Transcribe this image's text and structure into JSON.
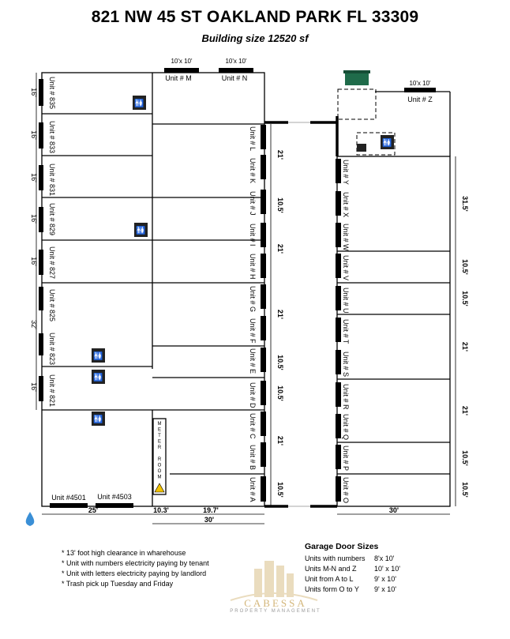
{
  "header": {
    "title": "821 NW 45 ST OAKLAND PARK FL 33309",
    "subtitle": "Building size 12520 sf"
  },
  "left_units": [
    {
      "label": "Unit # 835",
      "dim": "16'"
    },
    {
      "label": "Unit # 833",
      "dim": "16'"
    },
    {
      "label": "Unit # 831",
      "dim": "16'"
    },
    {
      "label": "Unit # 829",
      "dim": "16'"
    },
    {
      "label": "Unit # 827",
      "dim": "16'"
    },
    {
      "label": "Unit # 825",
      "dim": "32'"
    },
    {
      "label": "Unit # 823",
      "dim": ""
    },
    {
      "label": "Unit # 821",
      "dim": "16'"
    }
  ],
  "top_units": [
    {
      "label": "Unit # M",
      "door": "10'x 10'"
    },
    {
      "label": "Unit # N",
      "door": "10'x 10'"
    }
  ],
  "bottom_units": [
    {
      "label": "Unit #4501"
    },
    {
      "label": "Unit #4503"
    }
  ],
  "center_units": [
    {
      "label": "Unit # L"
    },
    {
      "label": "Unit # K"
    },
    {
      "label": "Unit # J"
    },
    {
      "label": "Unit # I"
    },
    {
      "label": "Unit # H"
    },
    {
      "label": "Unit # G"
    },
    {
      "label": "Unit # F"
    },
    {
      "label": "Unit # E"
    },
    {
      "label": "Unit # D"
    },
    {
      "label": "Unit # C"
    },
    {
      "label": "Unit # B"
    },
    {
      "label": "Unit # A"
    }
  ],
  "center_dims": [
    "21'",
    "10.5'",
    "21'",
    "21'",
    "10.5'",
    "10.5'",
    "21'",
    "10.5'"
  ],
  "right_units": [
    {
      "label": "Unit # Y"
    },
    {
      "label": "Unit # X"
    },
    {
      "label": "Unit # W"
    },
    {
      "label": "Unit # V"
    },
    {
      "label": "Unit # U"
    },
    {
      "label": "Unit # T"
    },
    {
      "label": "Unit # S"
    },
    {
      "label": "Unit # R"
    },
    {
      "label": "Unit # Q"
    },
    {
      "label": "Unit # P"
    },
    {
      "label": "Unit # O"
    }
  ],
  "right_dims": [
    "31.5'",
    "10.5'",
    "10.5'",
    "21'",
    "21'",
    "10.5'",
    "10.5'"
  ],
  "unit_z": {
    "label": "Unit # Z",
    "door": "10'x 10'"
  },
  "meter_room": "METER ROOM",
  "bottom_dims": {
    "d25": "25'",
    "d10": "10.3'",
    "d19": "19.7'",
    "d30a": "30'",
    "d30b": "30'"
  },
  "notes": [
    "* 13' foot high clearance in wharehouse",
    "* Unit with numbers electricity paying by tenant",
    "* Unit with letters electricity paying by landlord",
    "* Trash pick up Tuesday and Friday"
  ],
  "garage_doors": {
    "title": "Garage Door Sizes",
    "rows": [
      {
        "label": "Units with numbers",
        "size": "8'x 10'"
      },
      {
        "label": "Units M-N and Z",
        "size": "10' x 10'"
      },
      {
        "label": "Unit from A to L",
        "size": "9' x 10'"
      },
      {
        "label": "Units form O to Y",
        "size": "9' x 10'"
      }
    ]
  },
  "logo": {
    "name": "CABESSA",
    "tagline": "PROPERTY MANAGEMENT"
  },
  "colors": {
    "dumpster": "#1f6b4a",
    "water": "#3a8fd6",
    "logo_gold": "#c9a45a",
    "warning": "#f2c200"
  }
}
